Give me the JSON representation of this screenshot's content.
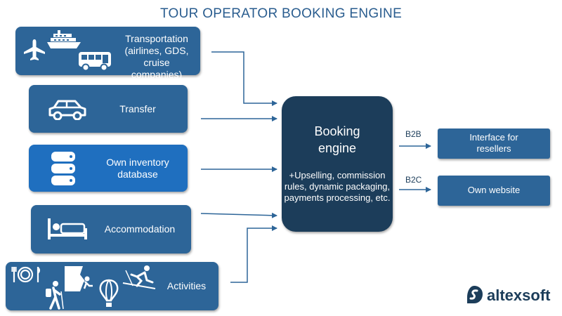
{
  "title": "TOUR OPERATOR BOOKING ENGINE",
  "sources": [
    {
      "label": "Transportation (airlines, GDS, cruise companies)",
      "icons": [
        "airplane-icon",
        "ship-icon",
        "bus-icon"
      ]
    },
    {
      "label": "Transfer",
      "icons": [
        "car-icon"
      ]
    },
    {
      "label": "Own inventory database",
      "icons": [
        "database-icon"
      ]
    },
    {
      "label": "Accommodation",
      "icons": [
        "bed-icon"
      ]
    },
    {
      "label": "Activities",
      "icons": [
        "dining-icon",
        "climbing-icon",
        "skiing-icon",
        "hiking-icon",
        "hot-air-balloon-icon"
      ]
    }
  ],
  "engine": {
    "title": "Booking engine",
    "description": "+Upselling, commission rules, dynamic packaging, payments processing, etc."
  },
  "channels": [
    {
      "label": "B2B",
      "target": "Interface for resellers"
    },
    {
      "label": "B2C",
      "target": "Own website"
    }
  ],
  "logo": {
    "text": "altexsoft"
  },
  "colors": {
    "source_box": "#2d6598",
    "source_box_highlight": "#1f6fbf",
    "engine": "#1c3d5a",
    "title": "#2a5d8f"
  }
}
